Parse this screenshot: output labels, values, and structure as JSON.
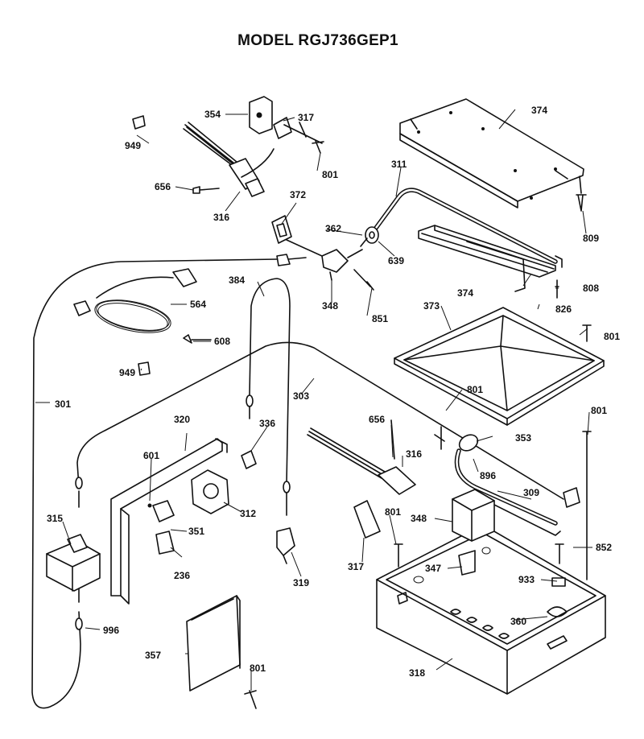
{
  "title": "MODEL RGJ736GEP1",
  "callouts": {
    "c354": "354",
    "c317a": "317",
    "c949a": "949",
    "c801a": "801",
    "c656a": "656",
    "c316a": "316",
    "c374a": "374",
    "c311": "311",
    "c372": "372",
    "c362": "362",
    "c639": "639",
    "c809a": "809",
    "c374b": "374",
    "c808": "808",
    "c348a": "348",
    "c851a": "851",
    "c826": "826",
    "c384": "384",
    "c564": "564",
    "c373": "373",
    "c801b": "801",
    "c608": "608",
    "c949b": "949",
    "c301": "301",
    "c303": "303",
    "c801c": "801",
    "c801d": "801",
    "c320": "320",
    "c336": "336",
    "c656b": "656",
    "c316b": "316",
    "c353": "353",
    "c601": "601",
    "c896": "896",
    "c309": "309",
    "c315": "315",
    "c312": "312",
    "c351": "351",
    "c801e": "801",
    "c348b": "348",
    "c852": "852",
    "c236": "236",
    "c319": "319",
    "c317b": "317",
    "c347": "347",
    "c933": "933",
    "c996": "996",
    "c360": "360",
    "c357": "357",
    "c801f": "801",
    "c318": "318"
  }
}
